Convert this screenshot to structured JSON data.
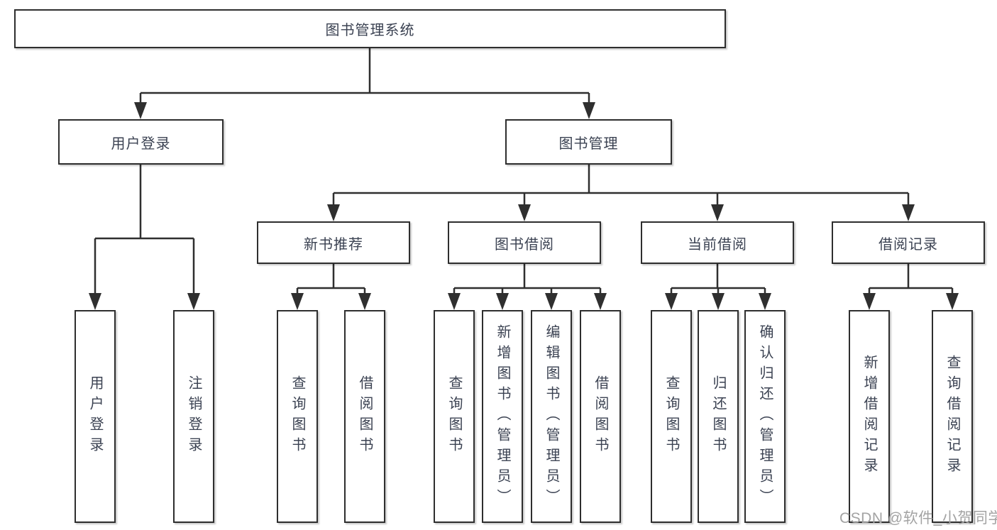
{
  "diagram": {
    "root": {
      "label": "图书管理系统"
    },
    "branches": [
      {
        "label": "用户登录",
        "children": [
          "用户登录",
          "注销登录"
        ]
      },
      {
        "label": "图书管理",
        "groups": [
          {
            "label": "新书推荐",
            "children": [
              "查询图书",
              "借阅图书"
            ]
          },
          {
            "label": "图书借阅",
            "children": [
              "查询图书",
              "新增图书（管理员）",
              "编辑图书（管理员）",
              "借阅图书"
            ]
          },
          {
            "label": "当前借阅",
            "children": [
              "查询图书",
              "归还图书",
              "确认归还（管理员）"
            ]
          },
          {
            "label": "借阅记录",
            "children": [
              "新增借阅记录",
              "查询借阅记录"
            ]
          }
        ]
      }
    ]
  },
  "watermark": {
    "text": "CSDN @软件_小贺同学"
  },
  "colors": {
    "line": "#2f2f2f",
    "box_border": "#2e2e2e",
    "text": "#3b4252",
    "watermark": "#a3a3a3",
    "background": "#ffffff"
  }
}
